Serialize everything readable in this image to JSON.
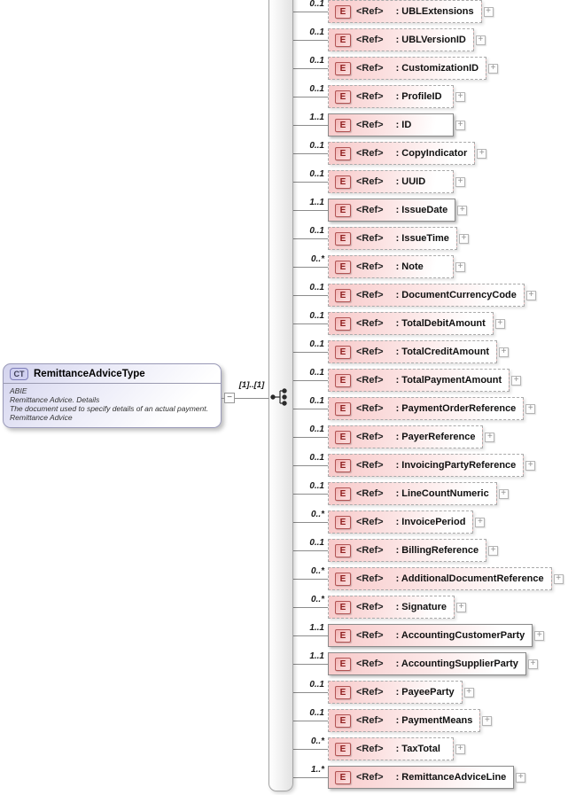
{
  "diagram": {
    "complex_type": {
      "badge": "CT",
      "title": "RemittanceAdviceType",
      "annotation_lines": [
        "ABIE",
        "Remittance Advice. Details",
        "The document used to specify details of an actual payment.",
        "Remittance Advice"
      ],
      "cardinality": "[1]..[1]"
    },
    "compositor": "sequence",
    "ref_label": "<Ref>",
    "elements": [
      {
        "cardinality": "0..1",
        "label": ": UBLExtensions"
      },
      {
        "cardinality": "0..1",
        "label": ": UBLVersionID"
      },
      {
        "cardinality": "0..1",
        "label": ": CustomizationID"
      },
      {
        "cardinality": "0..1",
        "label": ": ProfileID"
      },
      {
        "cardinality": "1..1",
        "label": ": ID"
      },
      {
        "cardinality": "0..1",
        "label": ": CopyIndicator"
      },
      {
        "cardinality": "0..1",
        "label": ": UUID"
      },
      {
        "cardinality": "1..1",
        "label": ": IssueDate"
      },
      {
        "cardinality": "0..1",
        "label": ": IssueTime"
      },
      {
        "cardinality": "0..*",
        "label": ": Note"
      },
      {
        "cardinality": "0..1",
        "label": ": DocumentCurrencyCode"
      },
      {
        "cardinality": "0..1",
        "label": ": TotalDebitAmount"
      },
      {
        "cardinality": "0..1",
        "label": ": TotalCreditAmount"
      },
      {
        "cardinality": "0..1",
        "label": ": TotalPaymentAmount"
      },
      {
        "cardinality": "0..1",
        "label": ": PaymentOrderReference"
      },
      {
        "cardinality": "0..1",
        "label": ": PayerReference"
      },
      {
        "cardinality": "0..1",
        "label": ": InvoicingPartyReference"
      },
      {
        "cardinality": "0..1",
        "label": ": LineCountNumeric"
      },
      {
        "cardinality": "0..*",
        "label": ": InvoicePeriod"
      },
      {
        "cardinality": "0..1",
        "label": ": BillingReference"
      },
      {
        "cardinality": "0..*",
        "label": ": AdditionalDocumentReference"
      },
      {
        "cardinality": "0..*",
        "label": ": Signature"
      },
      {
        "cardinality": "1..1",
        "label": ": AccountingCustomerParty"
      },
      {
        "cardinality": "1..1",
        "label": ": AccountingSupplierParty"
      },
      {
        "cardinality": "0..1",
        "label": ": PayeeParty"
      },
      {
        "cardinality": "0..1",
        "label": ": PaymentMeans"
      },
      {
        "cardinality": "0..*",
        "label": ": TaxTotal"
      },
      {
        "cardinality": "1..*",
        "label": ": RemittanceAdviceLine"
      }
    ]
  },
  "icons": {
    "element_badge": "E",
    "expand_glyph": "+",
    "collapse_glyph": "−",
    "compositor_icon": "sequence-icon"
  },
  "colors": {
    "element_fill": "#f8caca",
    "element_border_optional": "#aaaaaa",
    "element_border_required": "#8a8a8a",
    "element_icon_red": "#8f1f1f",
    "ct_fill": "#d4d4ee",
    "ct_border": "#9a9ab8",
    "bar_fill": "#e2e2e2",
    "connector_line": "#8c8c8c"
  }
}
